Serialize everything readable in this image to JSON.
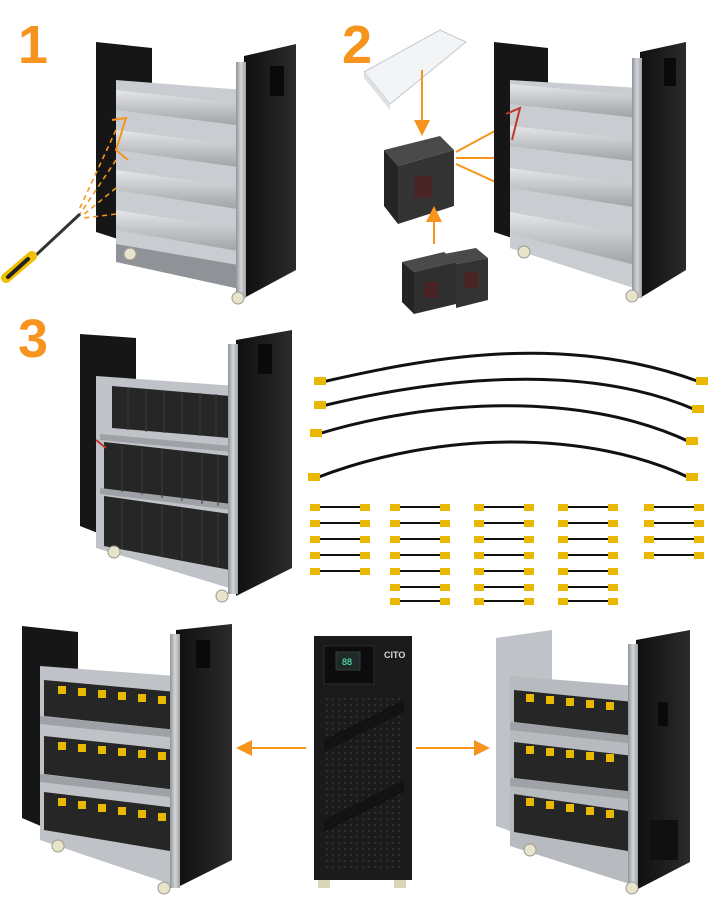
{
  "steps": {
    "one": "1",
    "two": "2",
    "three": "3"
  },
  "ups_front": {
    "brand": "CITO",
    "display": "88"
  },
  "colors": {
    "accent": "#f7941d",
    "cabinet": "#1c1c1c",
    "metal": "#b9bcbf",
    "battery": "#2a2a2a",
    "terminal": "#e9b800",
    "cable": "#111111"
  },
  "icons": {
    "screwdriver": "screwdriver-icon",
    "arrow": "arrow-icon"
  }
}
